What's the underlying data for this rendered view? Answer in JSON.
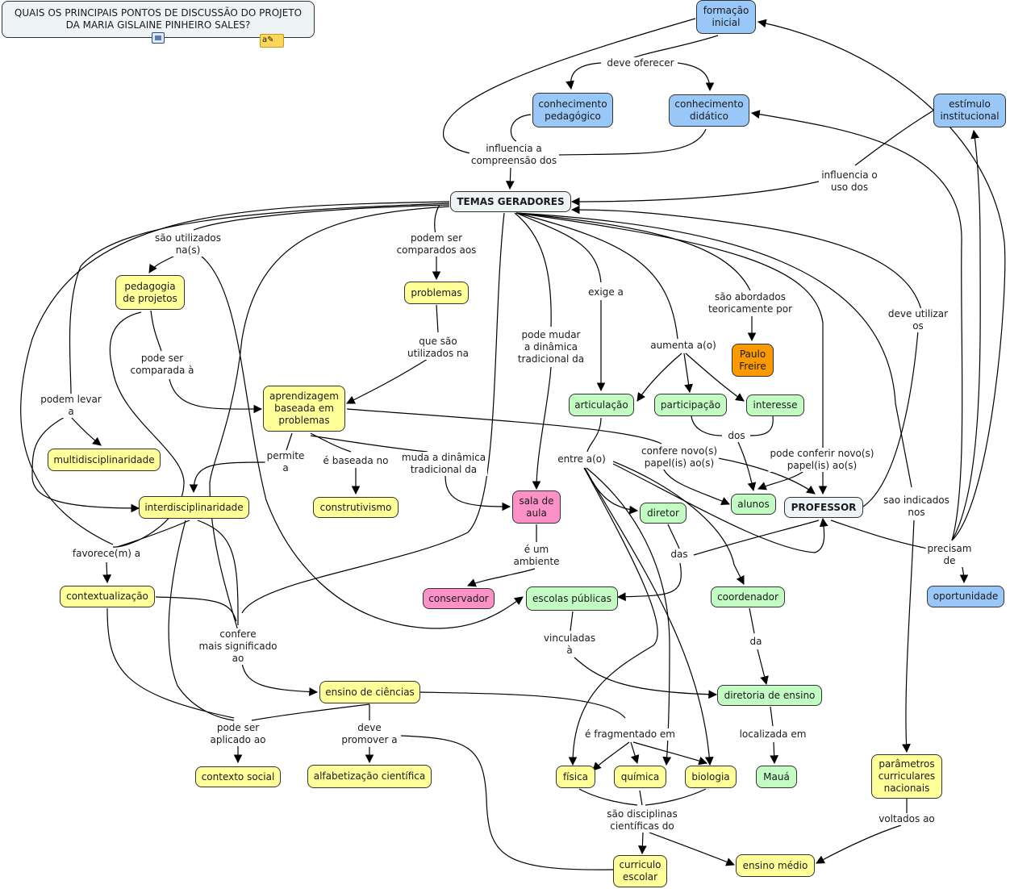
{
  "title": "QUAIS OS PRINCIPAIS PONTOS DE DISCUSSÃO DO PROJETO\nDA MARIA GISLAINE PINHEIRO SALES?",
  "colors": {
    "blue": "#99c7f7",
    "yellow": "#ffff99",
    "green": "#c3fcc3",
    "pink": "#fb91c7",
    "orange": "#fb9a00",
    "grey": "#eef3f6",
    "line": "#000000"
  },
  "icons": {
    "resource": "document-icon",
    "note": "annotation-icon",
    "note_glyph": "a✎"
  },
  "concepts": {
    "formacao_inicial": "formação\ninicial",
    "conhecimento_pedagogico": "conhecimento\npedagógico",
    "conhecimento_didatico": "conhecimento\ndidático",
    "estimulo_institucional": "estímulo\ninstitucional",
    "temas_geradores": "TEMAS GERADORES",
    "pedagogia_projetos": "pedagogia\nde projetos",
    "problemas": "problemas",
    "paulo_freire": "Paulo\nFreire",
    "aprendizagem_problemas": "aprendizagem\nbaseada em\nproblemas",
    "articulacao": "articulação",
    "participacao": "participação",
    "interesse": "interesse",
    "multidisciplinaridade": "multidisciplinaridade",
    "interdisciplinaridade": "interdisciplinaridade",
    "construtivismo": "construtivismo",
    "sala_aula": "sala de\naula",
    "diretor": "diretor",
    "alunos": "alunos",
    "professor": "PROFESSOR",
    "contextualizacao": "contextualização",
    "conservador": "conservador",
    "escolas_publicas": "escolas públicas",
    "coordenador": "coordenador",
    "oportunidade": "oportunidade",
    "ensino_ciencias": "ensino de ciências",
    "diretoria_ensino": "diretoria de ensino",
    "contexto_social": "contexto social",
    "alfabetizacao": "alfabetização científica",
    "fisica": "física",
    "quimica": "química",
    "biologia": "biologia",
    "maua": "Mauá",
    "pcn": "parâmetros\ncurriculares\nnacionais",
    "curriculo": "curriculo\nescolar",
    "ensino_medio": "ensino médio"
  },
  "links": {
    "deve_oferecer": "deve oferecer",
    "influencia_compreensao": "influencia a\ncompreensão dos",
    "influencia_uso": "influencia o\nuso dos",
    "sao_utilizados": "são utilizados\nna(s)",
    "podem_ser_comparados": "podem ser\ncomparados aos",
    "que_sao_utilizados": "que são\nutilizados na",
    "pode_mudar": "pode mudar\na dinâmica\ntradicional da",
    "exige_a": "exige a",
    "sao_abordados": "são abordados\nteoricamente por",
    "aumenta": "aumenta a(o)",
    "deve_utilizar": "deve utilizar\nos",
    "pode_ser_comparada": "pode ser\ncomparada à",
    "podem_levar": "podem levar\na",
    "permite": "permite\na",
    "e_baseada": "é baseada no",
    "muda_dinamica": "muda a dinâmica\ntradicional da",
    "entre": "entre a(o)",
    "dos": "dos",
    "confere_novo": "confere novo(s)\npapel(is) ao(s)",
    "pode_conferir": "pode conferir novo(s)\npapel(is) ao(s)",
    "sao_indicados": "sao indicados\nnos",
    "favorece": "favorece(m) a",
    "e_um_ambiente": "é um\nambiente",
    "das": "das",
    "precisam": "precisam\nde",
    "confere_mais": "confere\nmais significado\nao",
    "vinculadas": "vinculadas\nà",
    "da": "da",
    "pode_ser_aplicado": "pode ser\naplicado ao",
    "deve_promover": "deve\npromover a",
    "fragmentado": "é fragmentado em",
    "localizada": "localizada em",
    "disciplinas": "são disciplinas\ncientíficas do",
    "voltados": "voltados ao"
  }
}
